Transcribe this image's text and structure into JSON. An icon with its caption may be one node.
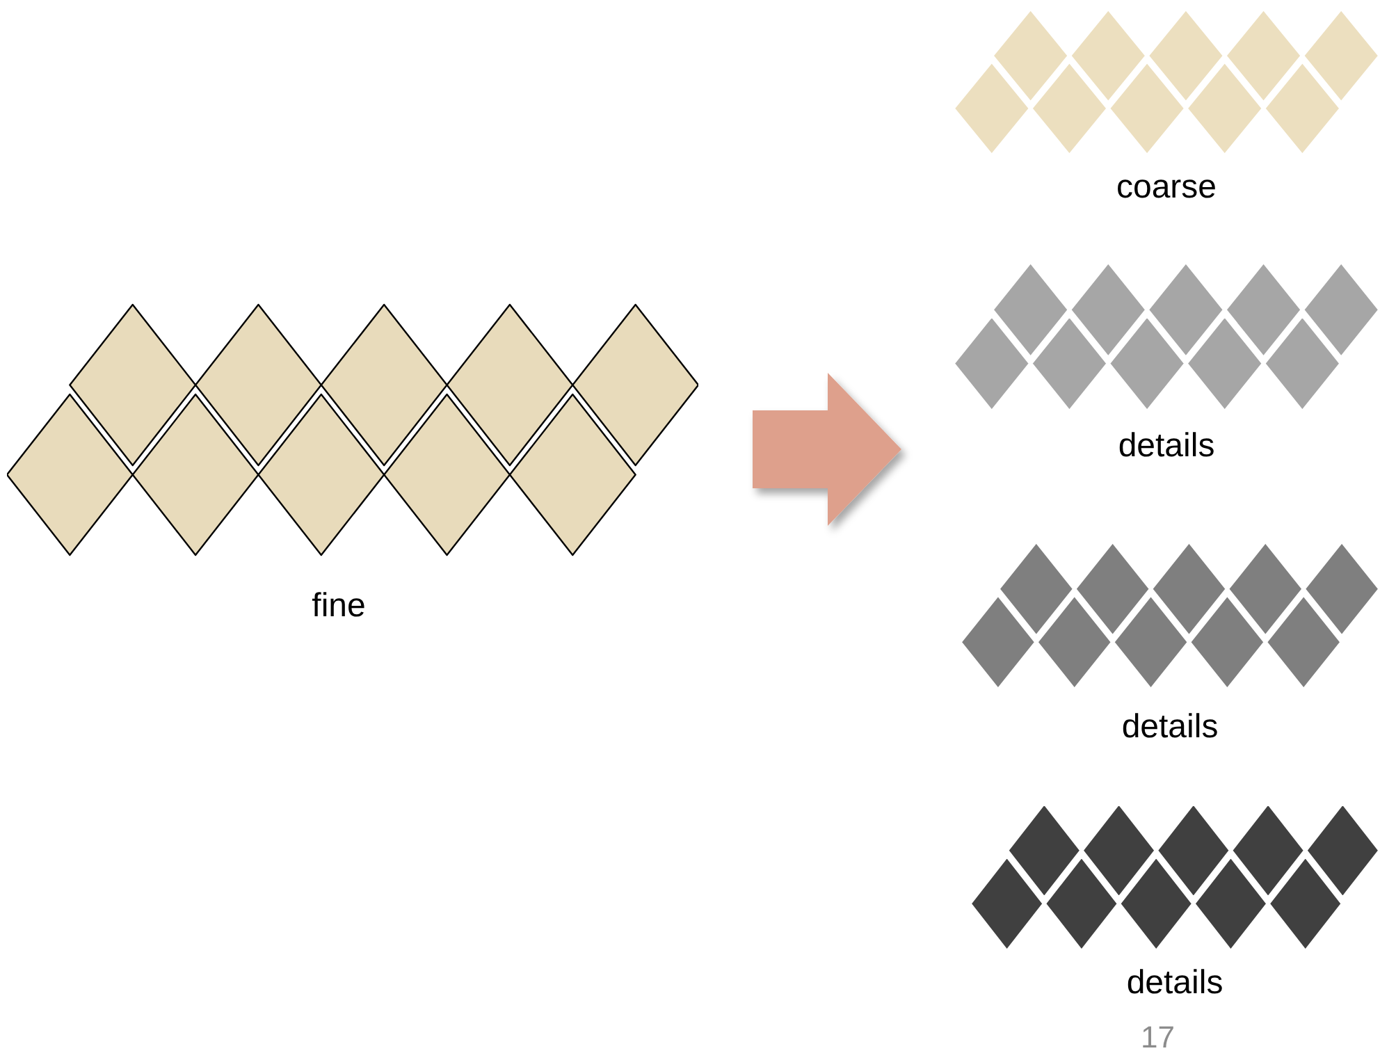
{
  "diagram": {
    "nodes": [
      {
        "text": [
          "fine"
        ]
      },
      {
        "text": [
          "coarse"
        ]
      },
      {
        "text": [
          "details"
        ]
      },
      {
        "text": [
          "details"
        ]
      },
      {
        "text": [
          "details"
        ]
      }
    ],
    "edges": [
      {
        "from": 0,
        "to": 2,
        "arrow": "to"
      }
    ],
    "labels": [
      "17"
    ]
  }
}
